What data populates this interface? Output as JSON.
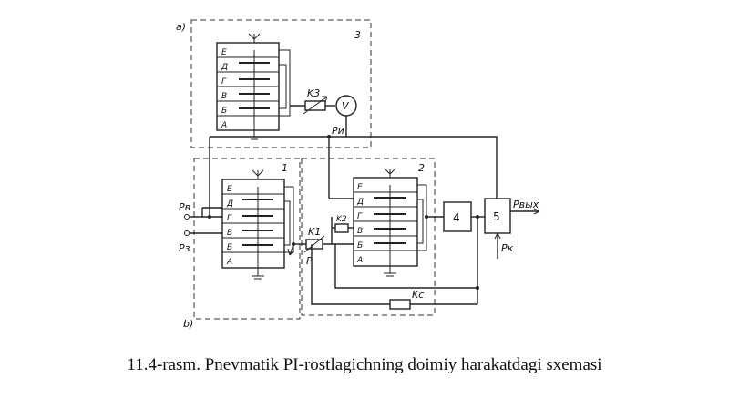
{
  "caption": "11.4-rasm. Pnevmatik PI-rostlagichning doimiy harakatdagi sxemasi",
  "labels": {
    "part_a": "a)",
    "part_b": "b)",
    "block_3": "3",
    "block_1": "1",
    "block_2": "2",
    "block_4": "4",
    "block_5": "5",
    "chambers": [
      "Е",
      "Д",
      "Г",
      "В",
      "Б",
      "А"
    ],
    "k3": "K3",
    "v": "V",
    "pi": "Pи",
    "pv": "Pв",
    "pz": "Pз",
    "k1": "K1",
    "k2": "K2",
    "p": "P",
    "kc": "Kc",
    "pvyx": "Pвых",
    "pk": "Pк"
  }
}
